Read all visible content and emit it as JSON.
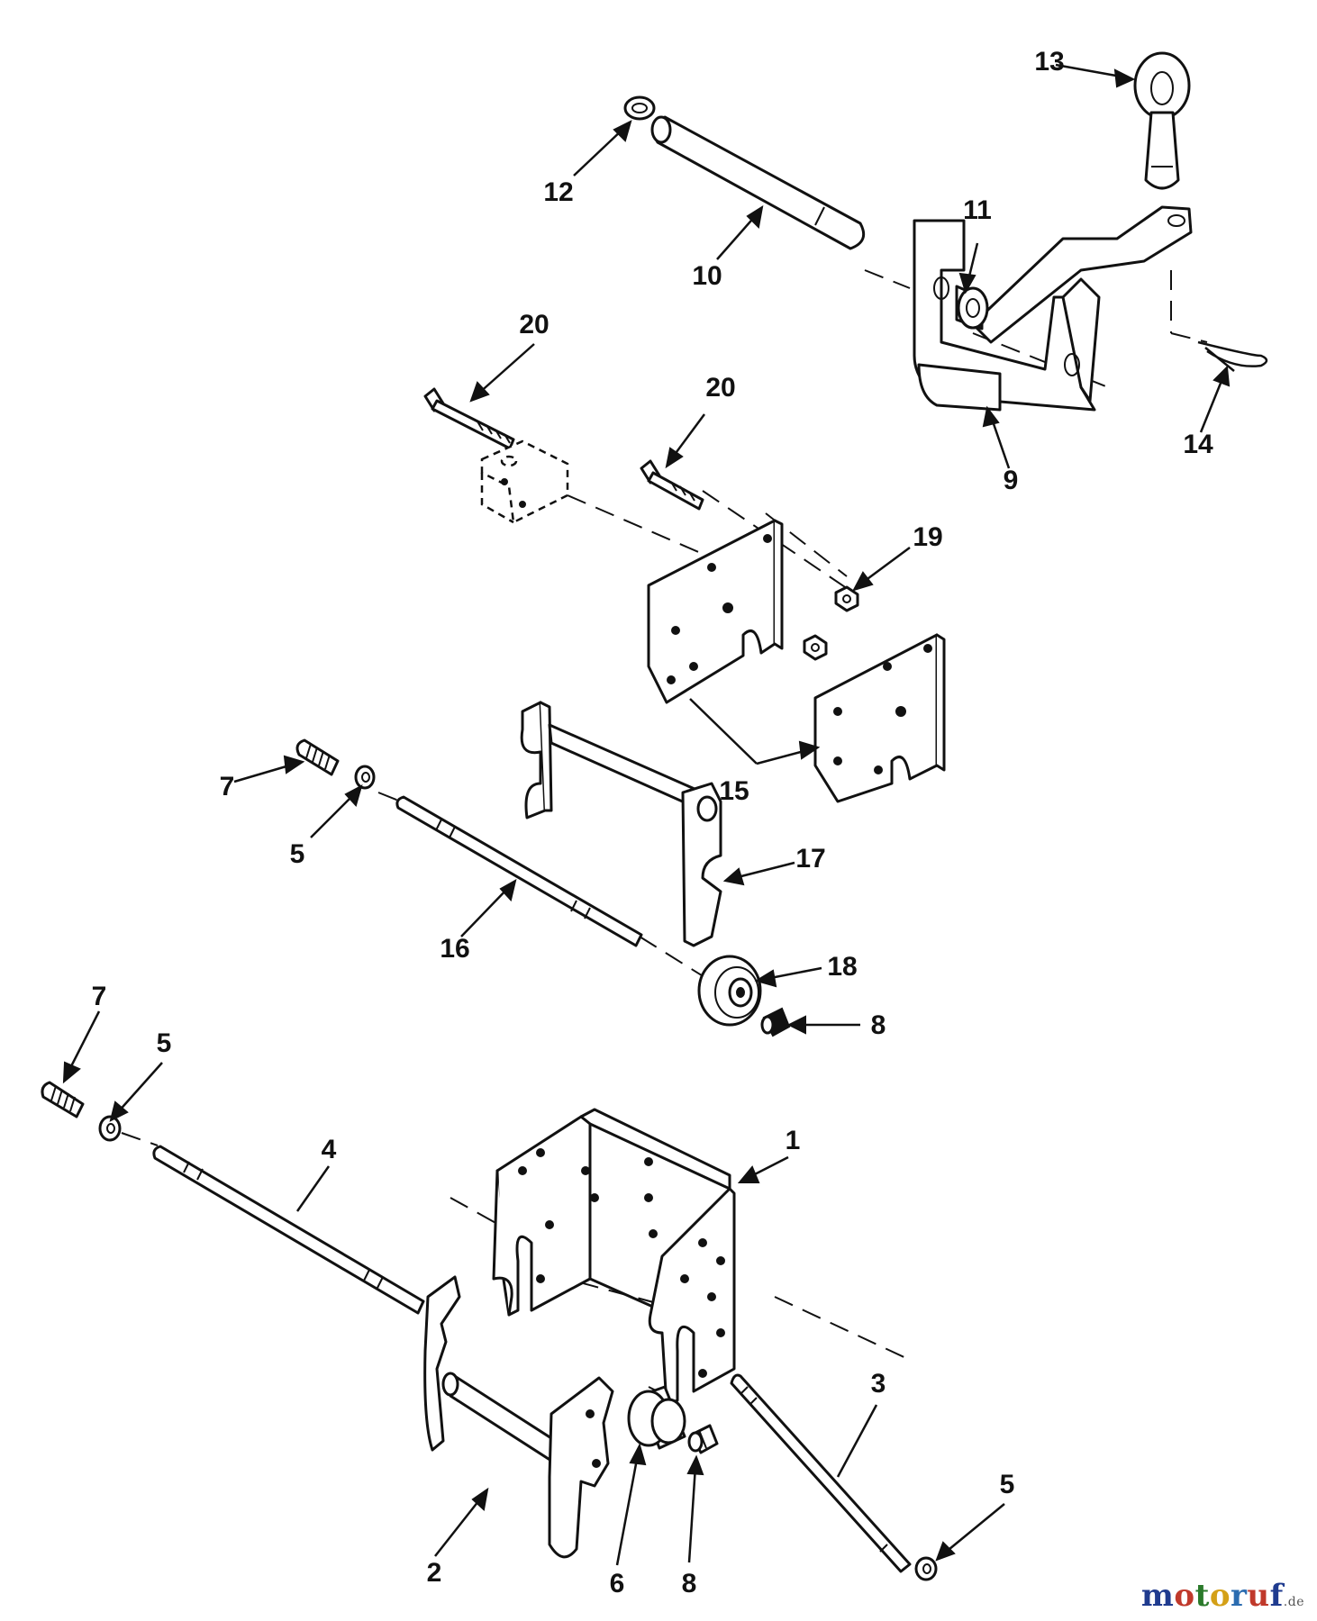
{
  "colors": {
    "line": "#111111",
    "background": "#ffffff",
    "watermark": [
      "#1f3b8f",
      "#c0392b",
      "#2b7a2b",
      "#d4a017",
      "#2b6cb0",
      "#c0392b",
      "#1f3b8f"
    ]
  },
  "callouts": [
    {
      "id": "c13",
      "label": "13"
    },
    {
      "id": "c12",
      "label": "12"
    },
    {
      "id": "c11",
      "label": "11"
    },
    {
      "id": "c10",
      "label": "10"
    },
    {
      "id": "c20a",
      "label": "20"
    },
    {
      "id": "c20b",
      "label": "20"
    },
    {
      "id": "c14",
      "label": "14"
    },
    {
      "id": "c9",
      "label": "9"
    },
    {
      "id": "c19",
      "label": "19"
    },
    {
      "id": "c15",
      "label": "15"
    },
    {
      "id": "c7a",
      "label": "7"
    },
    {
      "id": "c5a",
      "label": "5"
    },
    {
      "id": "c17",
      "label": "17"
    },
    {
      "id": "c16",
      "label": "16"
    },
    {
      "id": "c18",
      "label": "18"
    },
    {
      "id": "c8a",
      "label": "8"
    },
    {
      "id": "c7b",
      "label": "7"
    },
    {
      "id": "c5b",
      "label": "5"
    },
    {
      "id": "c4",
      "label": "4"
    },
    {
      "id": "c1",
      "label": "1"
    },
    {
      "id": "c3",
      "label": "3"
    },
    {
      "id": "c5c",
      "label": "5"
    },
    {
      "id": "c2",
      "label": "2"
    },
    {
      "id": "c6",
      "label": "6"
    },
    {
      "id": "c8b",
      "label": "8"
    }
  ],
  "watermark": {
    "letters": [
      "m",
      "o",
      "t",
      "o",
      "r",
      "u",
      "f"
    ],
    "suffix": ".de"
  }
}
